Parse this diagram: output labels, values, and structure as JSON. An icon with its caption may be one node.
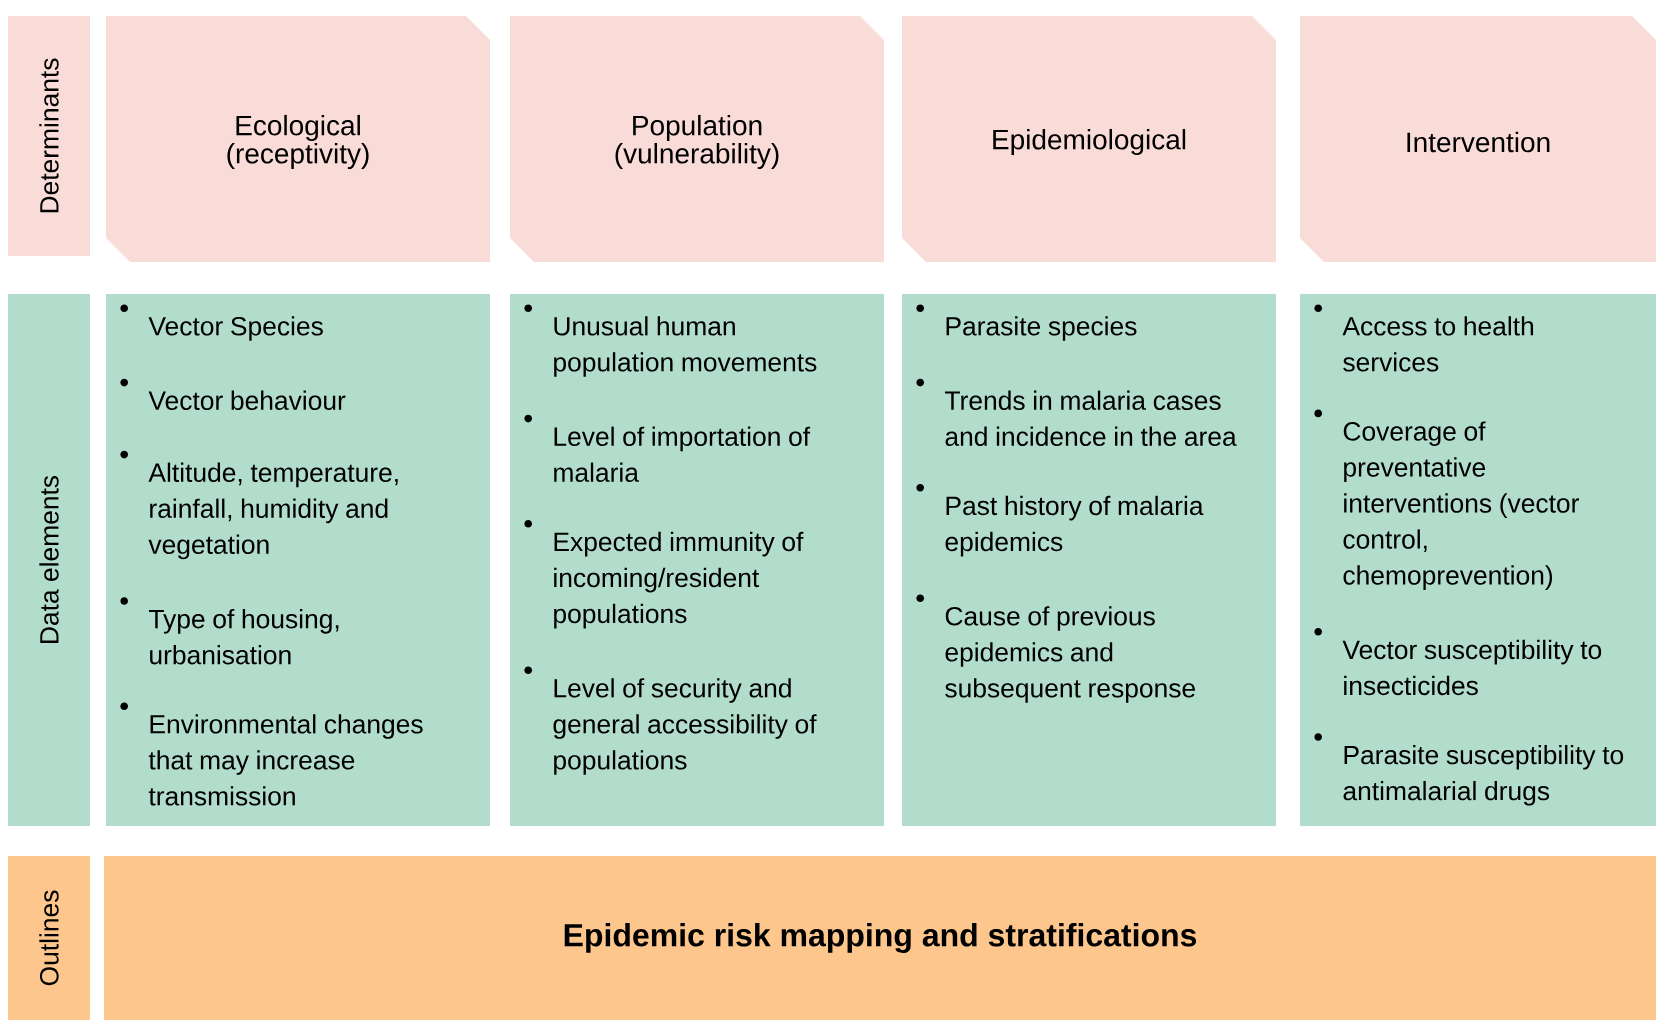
{
  "diagram": {
    "nodes": [
      {
        "text": [
          "Determinants"
        ]
      },
      {
        "text": [
          "Ecological (receptivity)"
        ]
      },
      {
        "text": [
          "Population (vulnerability)"
        ]
      },
      {
        "text": [
          "Epidemiological"
        ]
      },
      {
        "text": [
          "Intervention"
        ]
      },
      {
        "text": [
          "Data elements"
        ]
      },
      {
        "text": [
          "Vector Species",
          "Vector behaviour",
          "Altitude, temperature, rainfall, humidity and vegetation",
          "Type of housing, urbanisation",
          "Environmental changes that may increase transmission"
        ]
      },
      {
        "text": [
          "Unusual human population movements",
          "Level of importation of malaria",
          "Expected immunity of incoming/resident populations",
          "Level of security and general accessibility of populations"
        ]
      },
      {
        "text": [
          "Parasite species",
          "Trends in malaria cases and incidence in the area",
          "Past history of malaria epidemics",
          "Cause of previous epidemics and subsequent response"
        ]
      },
      {
        "text": [
          "Access to health services",
          "Coverage of preventative interventions (vector control, chemoprevention)",
          "Vector susceptibility to insecticides",
          "Parasite susceptibility to antimalarial drugs"
        ]
      },
      {
        "text": [
          "Outlines"
        ]
      },
      {
        "text": [
          "Epidemic risk mapping and stratifications"
        ]
      }
    ]
  }
}
